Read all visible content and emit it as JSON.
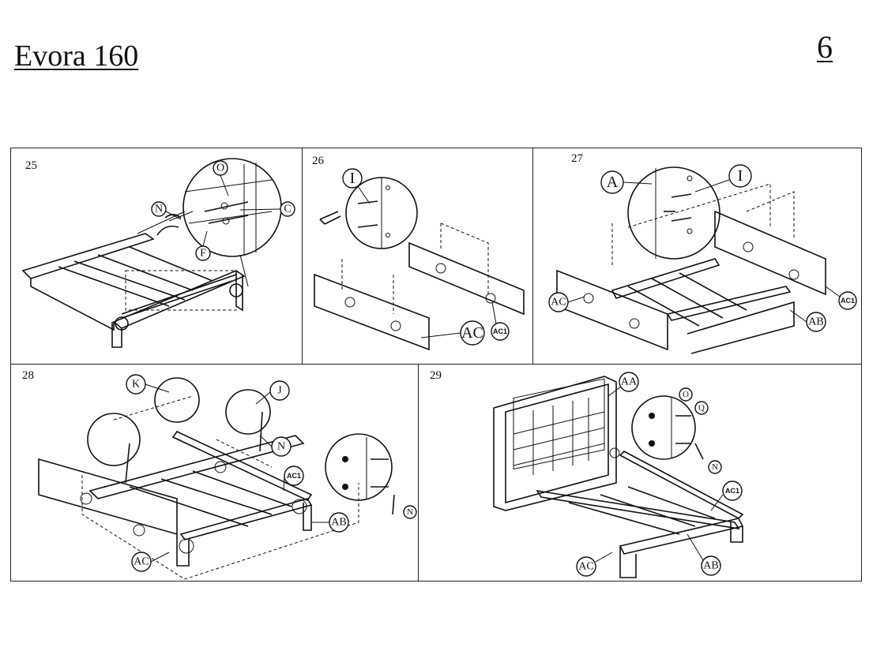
{
  "header": {
    "title": "Evora 160",
    "page_number": "6"
  },
  "steps": [
    {
      "number": "25",
      "labels": [
        "O",
        "N",
        "C",
        "F"
      ]
    },
    {
      "number": "26",
      "labels": [
        "I",
        "AC",
        "AC1"
      ]
    },
    {
      "number": "27",
      "labels": [
        "A",
        "I",
        "AC",
        "AB",
        "AC1"
      ]
    },
    {
      "number": "28",
      "labels": [
        "K",
        "J",
        "N",
        "AC1",
        "AB",
        "AC",
        "N"
      ]
    },
    {
      "number": "29",
      "labels": [
        "AA",
        "O",
        "Q",
        "N",
        "AC1",
        "AC",
        "AB"
      ]
    }
  ]
}
